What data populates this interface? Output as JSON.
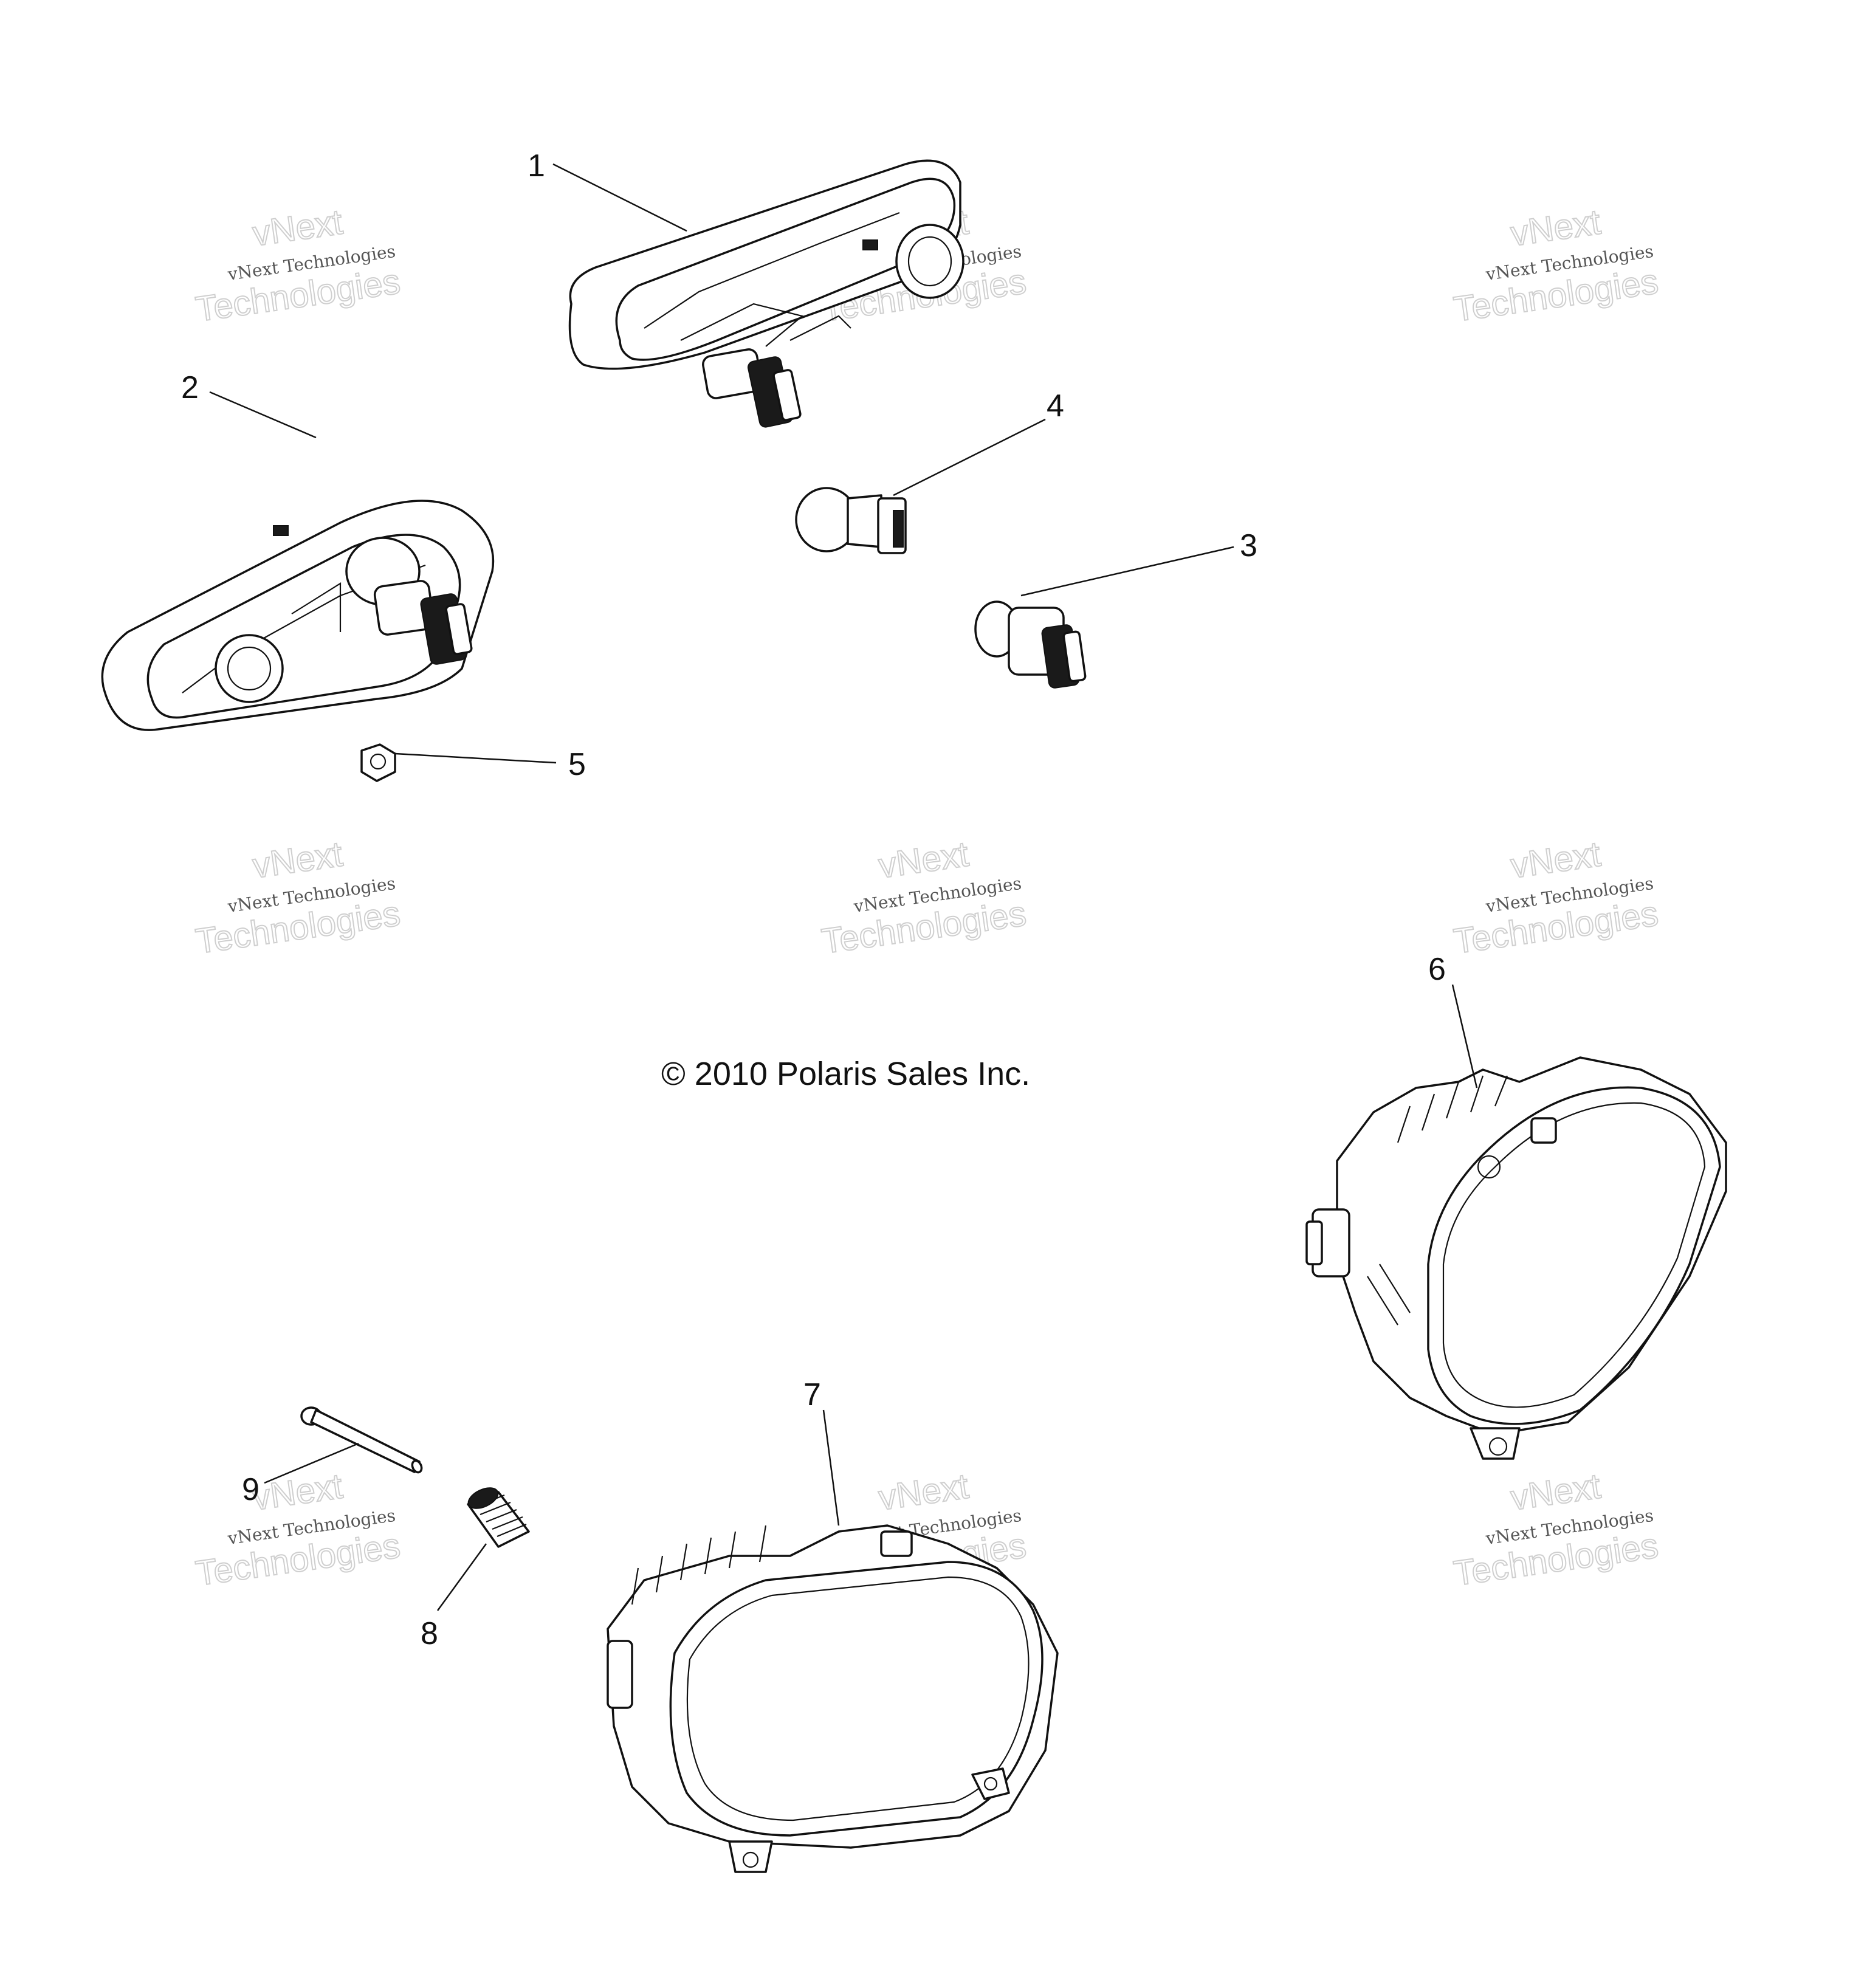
{
  "copyright": "© 2010 Polaris Sales Inc.",
  "watermark": {
    "line1": "vNext",
    "line2": "vNext Technologies",
    "line3": "Technologies"
  },
  "callouts": [
    {
      "id": "1",
      "label": "1"
    },
    {
      "id": "2",
      "label": "2"
    },
    {
      "id": "3",
      "label": "3"
    },
    {
      "id": "4",
      "label": "4"
    },
    {
      "id": "5",
      "label": "5"
    },
    {
      "id": "6",
      "label": "6"
    },
    {
      "id": "7",
      "label": "7"
    },
    {
      "id": "8",
      "label": "8"
    },
    {
      "id": "9",
      "label": "9"
    }
  ]
}
